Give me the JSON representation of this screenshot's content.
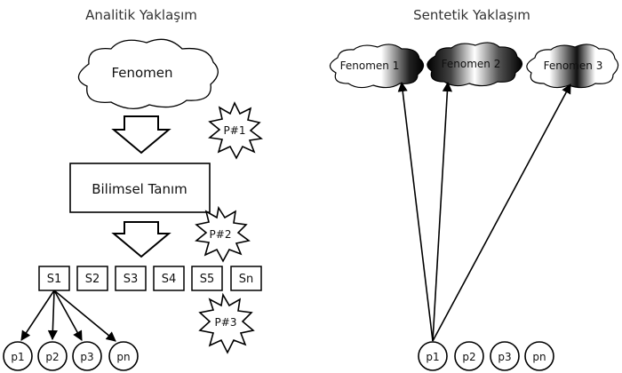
{
  "analytic": {
    "title": "Analitik Yaklaşım",
    "phenomenon": "Fenomen",
    "definition": "Bilimsel Tanım",
    "problems": [
      "P#1",
      "P#2",
      "P#3"
    ],
    "steps": [
      "S1",
      "S2",
      "S3",
      "S4",
      "S5",
      "Sn"
    ],
    "params": [
      "p1",
      "p2",
      "p3",
      "pn"
    ]
  },
  "synthetic": {
    "title": "Sentetik Yaklaşım",
    "phenomena": [
      "Fenomen 1",
      "Fenomen 2",
      "Fenomen 3"
    ],
    "params": [
      "p1",
      "p2",
      "p3",
      "pn"
    ]
  }
}
